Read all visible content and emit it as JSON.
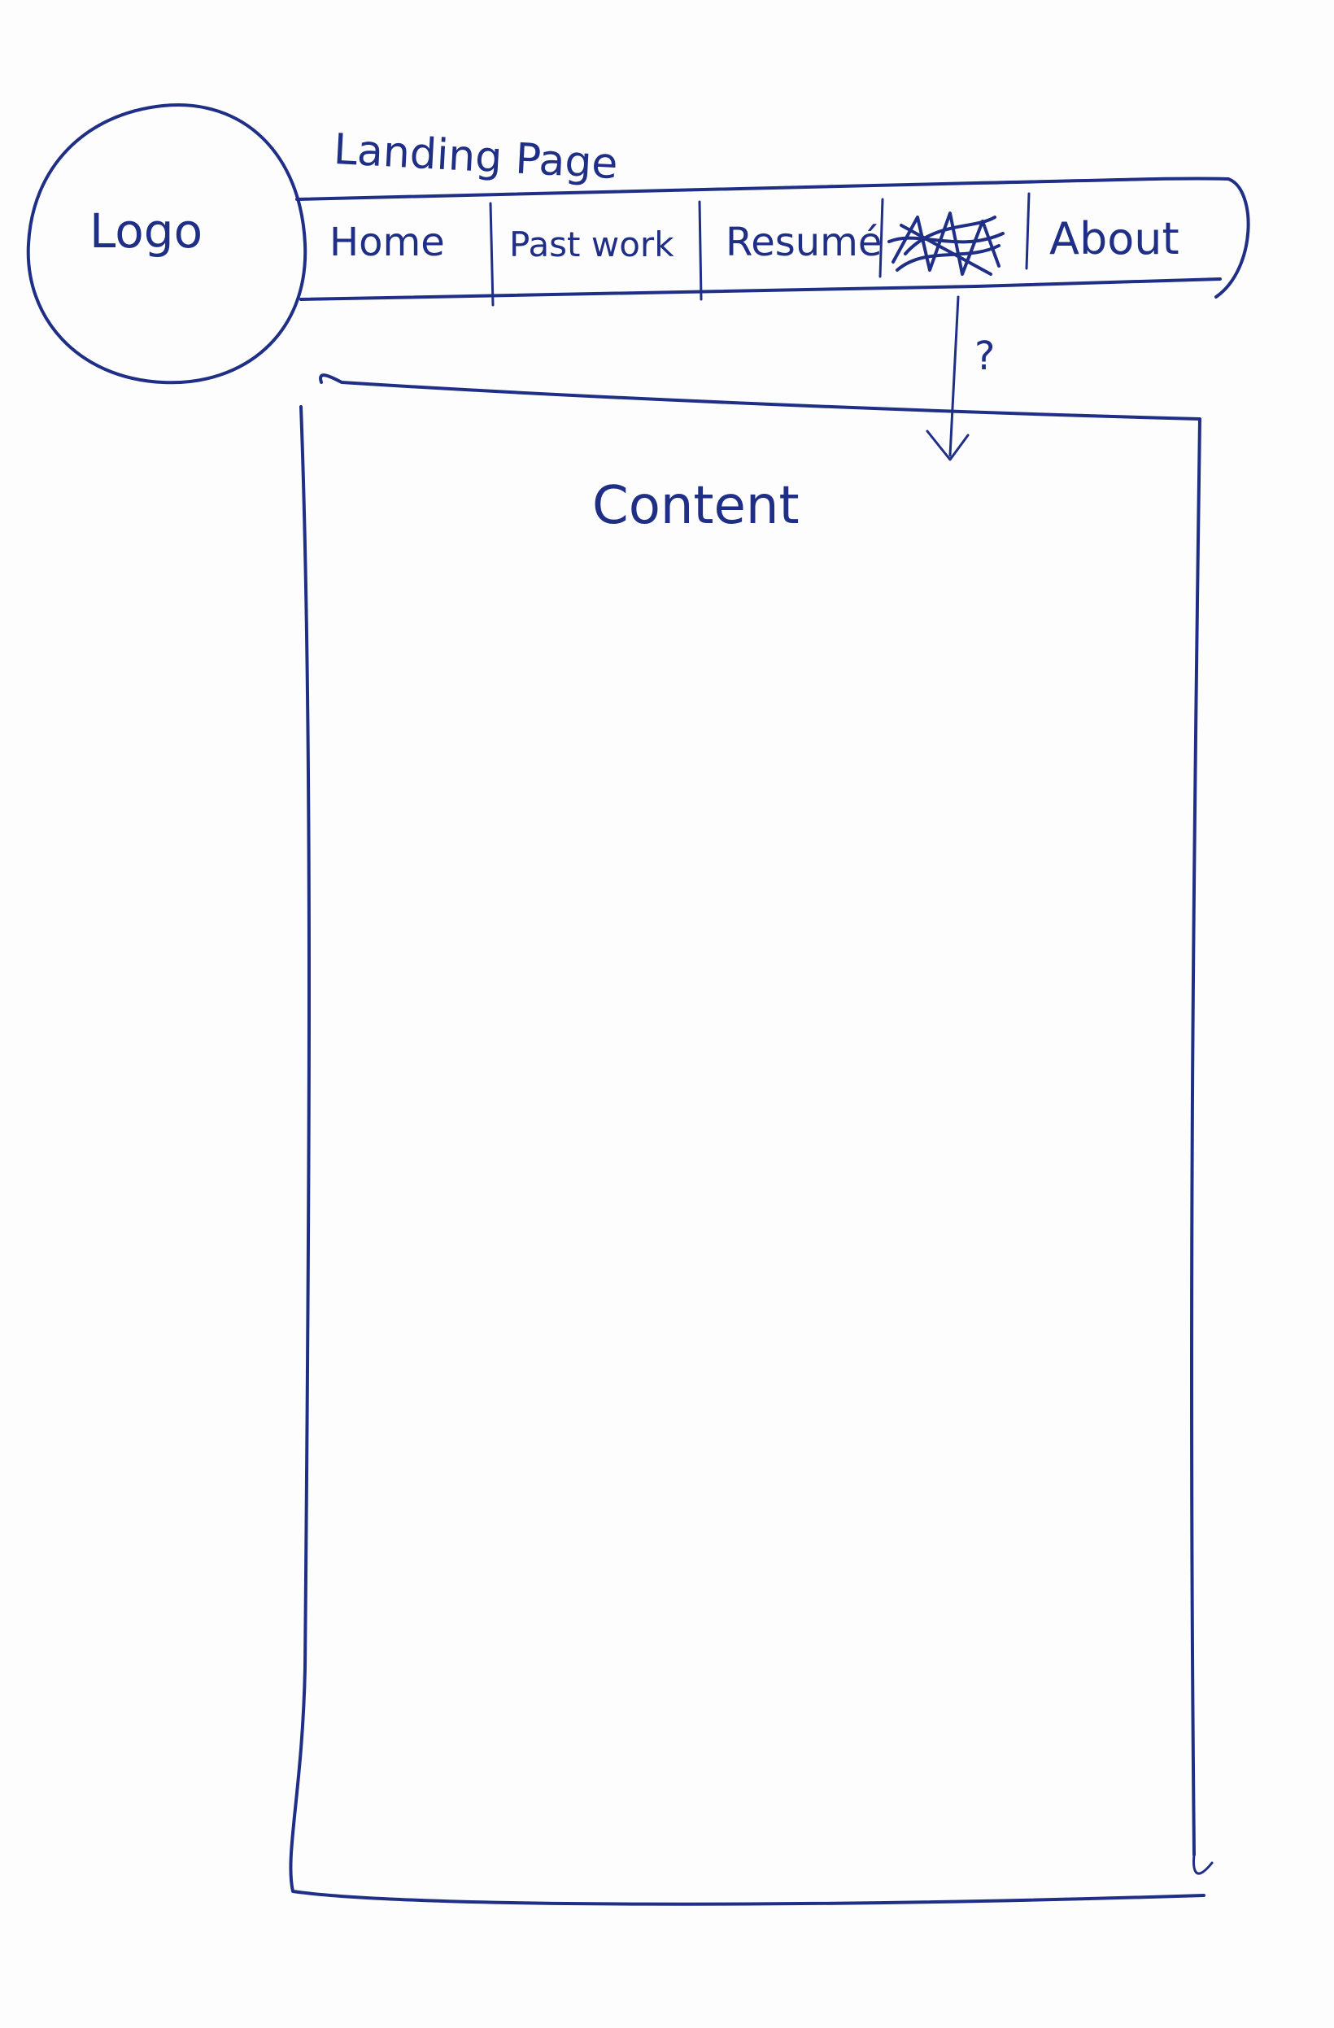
{
  "sketch": {
    "title": "Landing Page",
    "logo_label": "Logo",
    "nav_items": [
      {
        "label": "Home"
      },
      {
        "label": "Past work"
      },
      {
        "label": "Resumé"
      },
      {
        "label": ""
      },
      {
        "label": "About"
      }
    ],
    "scribbled_item_note": "crossed-out",
    "question_mark": "?",
    "content_label": "Content",
    "ink_color": "#1f2f86"
  }
}
